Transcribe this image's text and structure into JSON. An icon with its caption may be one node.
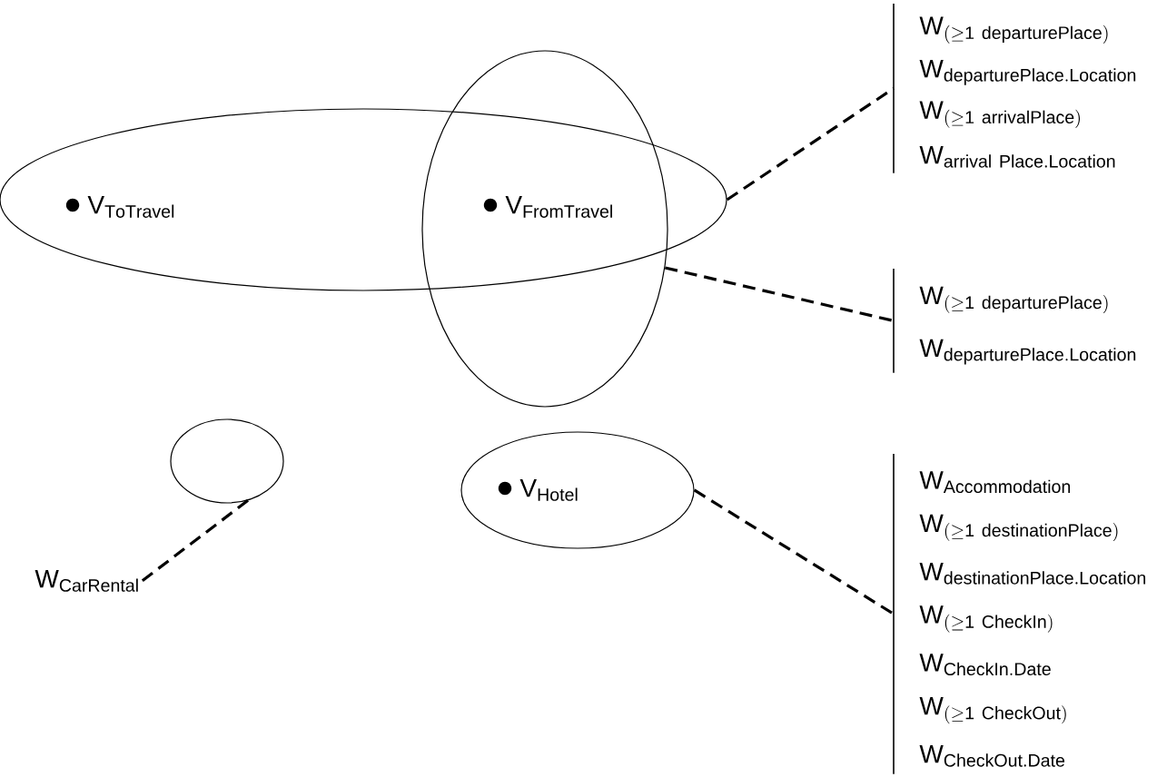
{
  "diagram": {
    "nodes": [
      {
        "text": [
          "\\mathrm{V}_{\\mathrm{ToTravel}}"
        ]
      },
      {
        "text": [
          "\\mathrm{V}_{\\mathrm{FromTravel}}"
        ]
      },
      {
        "text": [],
        "shape": "circle"
      },
      {
        "text": [
          "\\mathrm{V}_{\\mathrm{Hotel}}"
        ]
      },
      {
        "text": [
          "\\mathrm{W}_{\\mathrm{(\\geq 1\\ departurePlace)}}",
          "\\mathrm{W}_{\\mathrm{departurePlace.Location}}",
          "\\mathrm{W}_{\\mathrm{(\\geq 1\\ arrivalPlace)}}",
          "\\mathrm{W}_{\\mathrm{arrival\\ Place.Location}}"
        ]
      },
      {
        "text": [
          "\\mathrm{W}_{\\mathrm{(\\geq 1\\ departurePlace)}}",
          "\\mathrm{W}_{\\mathrm{departurePlace.Location}}"
        ]
      },
      {
        "text": [
          "\\mathrm{W}_{\\mathrm{Accommodation}}",
          "\\mathrm{W}_{\\mathrm{(\\geq 1\\ destinationPlace)}}",
          "\\mathrm{W}_{\\mathrm{destinationPlace.Location}}",
          "\\mathrm{W}_{\\mathrm{(\\geq 1\\ CheckIn)}}",
          "\\mathrm{W}_{\\mathrm{CheckIn.Date}}",
          "\\mathrm{W}_{\\mathrm{(\\geq 1\\ CheckOut)}}",
          "\\mathrm{W}_{\\mathrm{CheckOut.Date}}"
        ]
      },
      {
        "text": [
          "\\mathrm{W}_{\\mathrm{CarRental}}"
        ]
      }
    ],
    "edges": [
      {
        "from": 0,
        "to": 4,
        "arrow": "none",
        "style": "dashed"
      },
      {
        "from": 1,
        "to": 5,
        "arrow": "none",
        "style": "dashed"
      },
      {
        "from": 3,
        "to": 6,
        "arrow": "none",
        "style": "dashed"
      },
      {
        "from": 2,
        "to": 7,
        "arrow": "none",
        "style": "dashed"
      }
    ]
  }
}
